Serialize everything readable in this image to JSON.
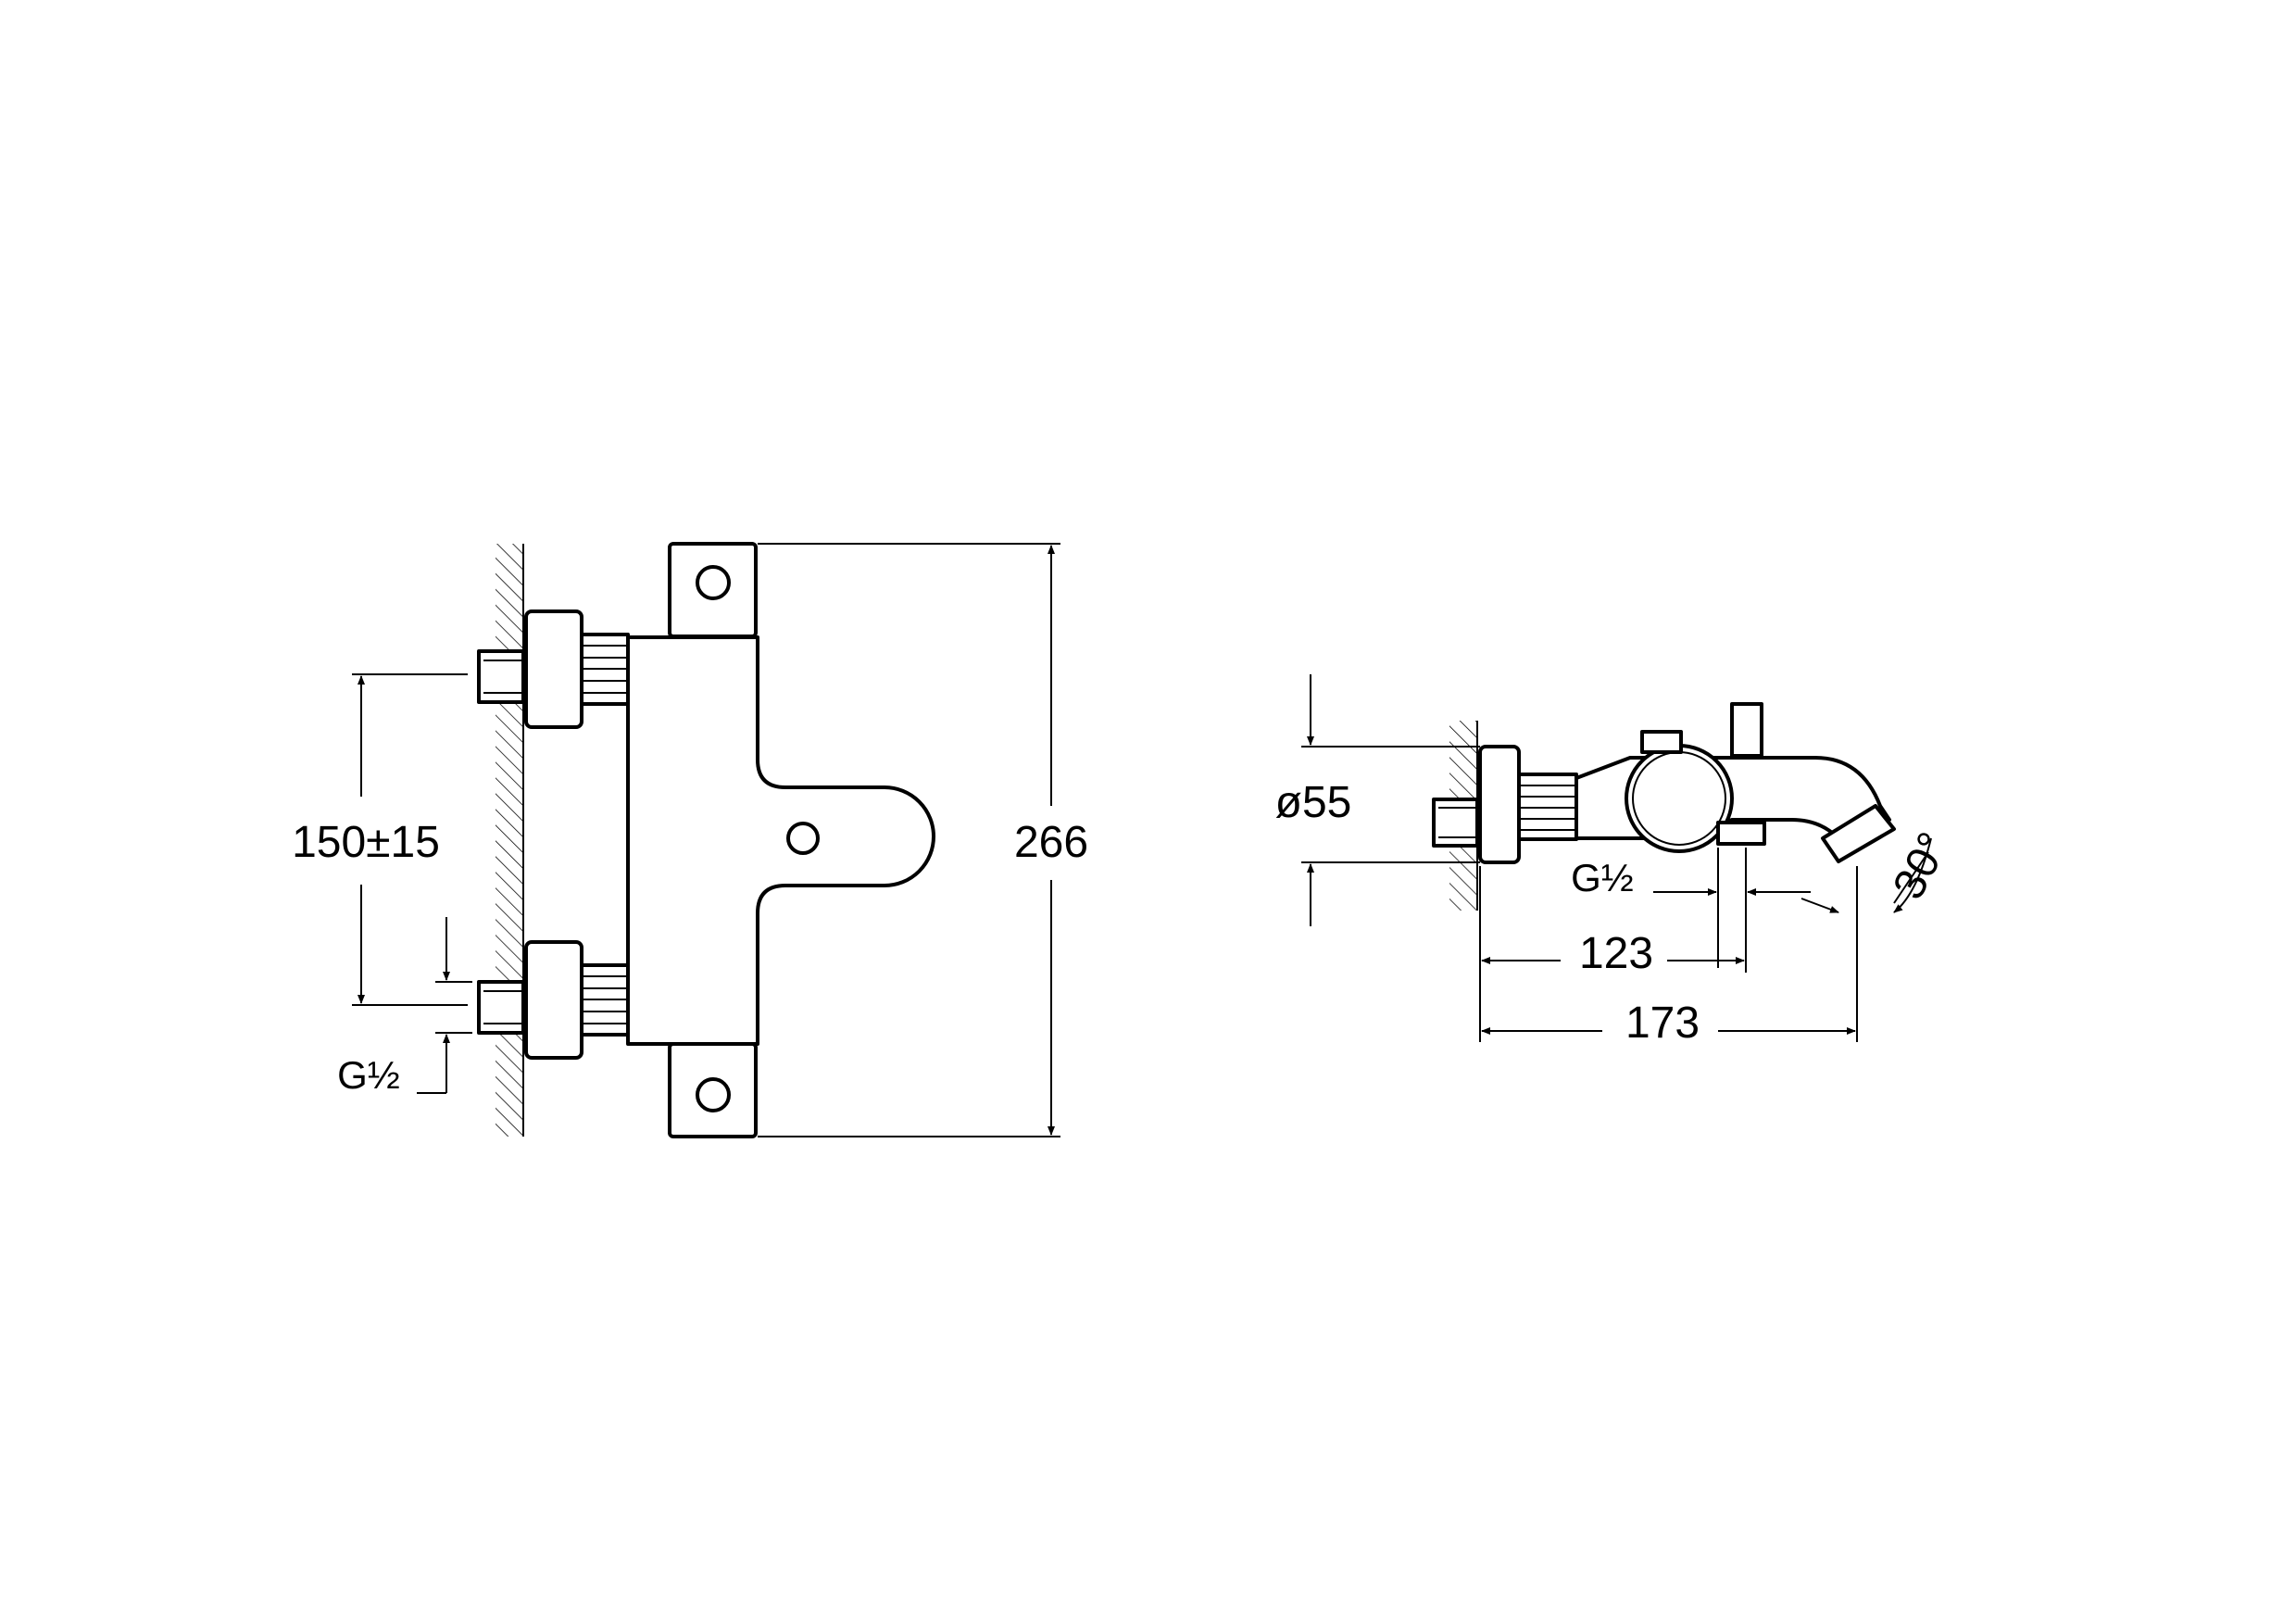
{
  "front_view": {
    "dim_inlet_spacing": "150±15",
    "dim_height": "266",
    "thread_label": "G½"
  },
  "side_view": {
    "dim_diameter": "ø55",
    "thread_label": "G½",
    "dim_depth_outlet": "123",
    "dim_depth_total": "173",
    "dim_angle": "30°"
  }
}
